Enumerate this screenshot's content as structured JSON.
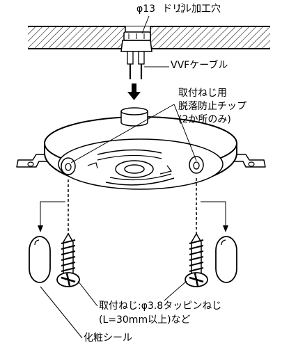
{
  "labels": {
    "drill_hole": {
      "prefix": "φ13",
      "tolerance_upper": "+2",
      "tolerance_lower": "−0",
      "suffix": "ドリル加工穴"
    },
    "cable": "VVFケーブル",
    "anti_drop_chip": {
      "line1": "取付ねじ用",
      "line2": "脱落防止チップ",
      "line3": "(2か所のみ)"
    },
    "mounting_screw": {
      "line1": "取付ねじ:φ3.8タッピンねじ",
      "line2": "(L=30mm以上)など"
    },
    "decorative_seal": "化粧シール"
  }
}
